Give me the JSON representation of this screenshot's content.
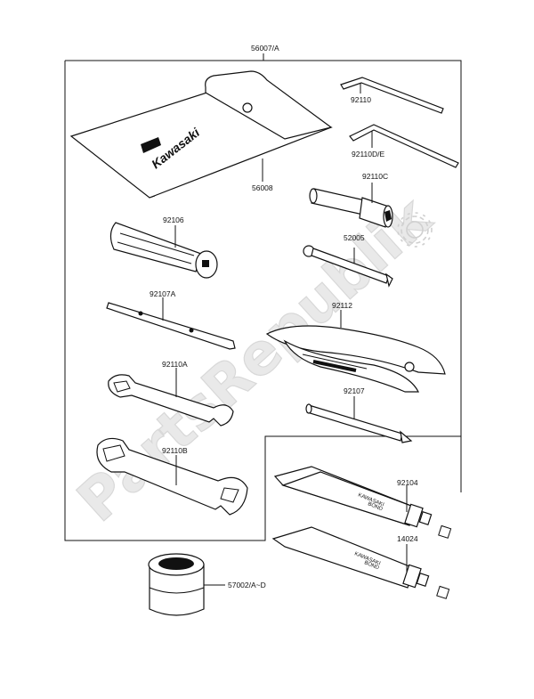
{
  "watermark": "PartsRepublik",
  "pouch_brand": "Kawasaki",
  "tube_text": [
    "KAWASAKI",
    "BOND"
  ],
  "parts": [
    {
      "id": "56007-a",
      "label": "56007/A"
    },
    {
      "id": "56008",
      "label": "56008"
    },
    {
      "id": "92110",
      "label": "92110"
    },
    {
      "id": "92110d-e",
      "label": "92110D/E"
    },
    {
      "id": "92110c",
      "label": "92110C"
    },
    {
      "id": "92106",
      "label": "92106"
    },
    {
      "id": "52005",
      "label": "52005"
    },
    {
      "id": "92107a",
      "label": "92107A"
    },
    {
      "id": "92112",
      "label": "92112"
    },
    {
      "id": "92110a",
      "label": "92110A"
    },
    {
      "id": "92107",
      "label": "92107"
    },
    {
      "id": "92110b",
      "label": "92110B"
    },
    {
      "id": "92104",
      "label": "92104"
    },
    {
      "id": "14024",
      "label": "14024"
    },
    {
      "id": "57002-a-d",
      "label": "57002/A~D"
    }
  ]
}
